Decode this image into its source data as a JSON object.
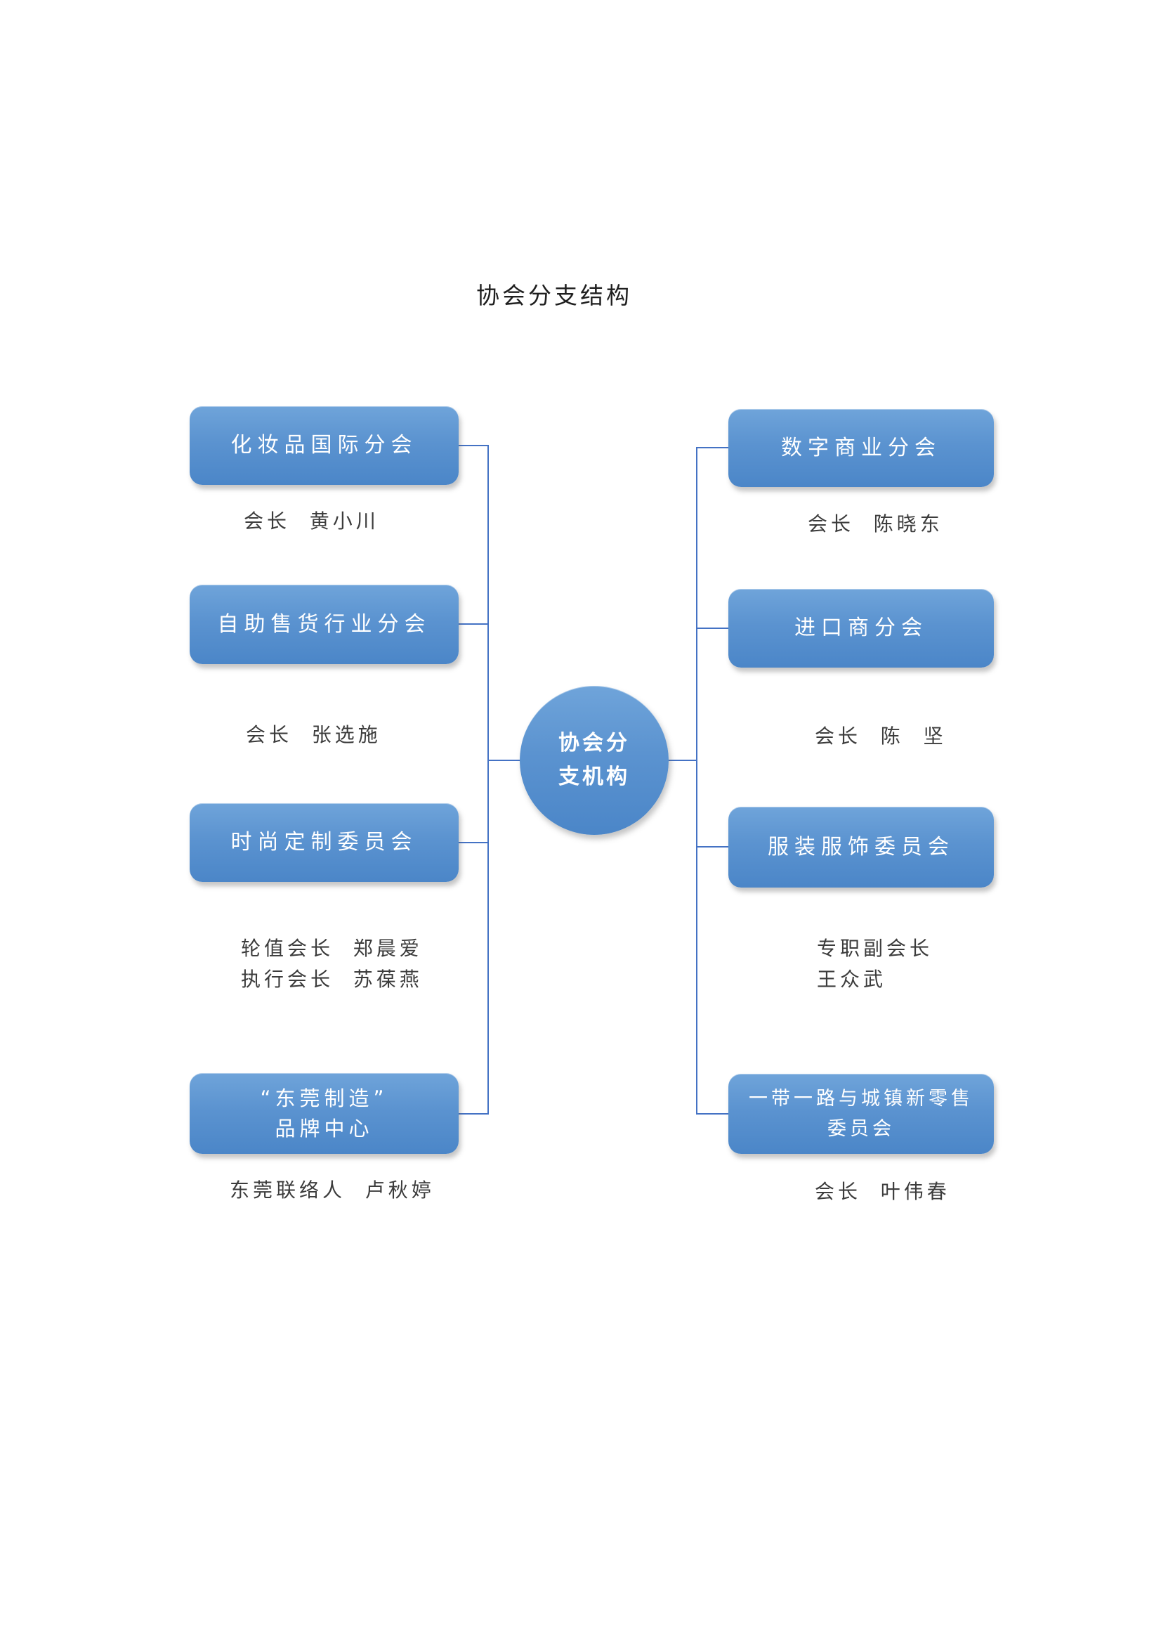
{
  "title": "协会分支结构",
  "center_node": {
    "label": "协会分\n支机构"
  },
  "left_column": {
    "branches": [
      {
        "name": "化妆品国际分会",
        "caption": "会长  黄小川"
      },
      {
        "name": "自助售货行业分会",
        "caption": "会长  张选施"
      },
      {
        "name": "时尚定制委员会",
        "caption": "轮值会长  郑晨爱\n执行会长  苏葆燕"
      },
      {
        "name": "“东莞制造”\n品牌中心",
        "caption": "东莞联络人  卢秋婷"
      }
    ]
  },
  "right_column": {
    "branches": [
      {
        "name": "数字商业分会",
        "caption": "会长  陈晓东"
      },
      {
        "name": "进口商分会",
        "caption": "会长  陈  坚"
      },
      {
        "name": "服装服饰委员会",
        "caption": "专职副会长\n王众武"
      },
      {
        "name": "一带一路与城镇新零售\n委员会",
        "caption": "会长  叶伟春"
      }
    ]
  },
  "colors": {
    "node_fill_top": "#6fa4da",
    "node_fill_mid": "#5b93d0",
    "node_fill_bottom": "#4b86c8",
    "connector": "#4472c4",
    "node_text": "#ffffff",
    "caption_text": "#3c3c3c",
    "title_text": "#1f1f1f"
  }
}
